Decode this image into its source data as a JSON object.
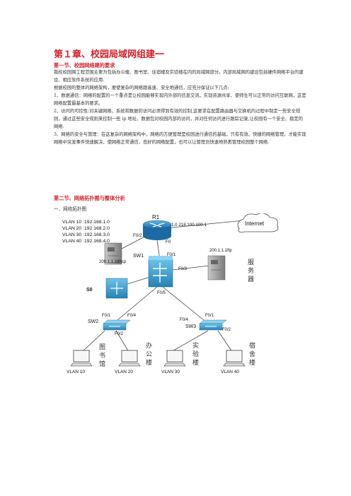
{
  "chapter_title": "第１章、校园局域网组建一",
  "section1": {
    "heading": "第一节、校园网络建的要求",
    "paragraphs": [
      "我校校园网工程范围主要为包括办公楼、图书室、住宿楼及实验楼在内的局域网部分。内部局域网的建设包括硬件网络平台的建设、相应软件系统的应用.",
      "根据校园的整体的网络架构，要使复杂的网络跟高速、安全地通信，应充分保证以下几点:",
      "1、数据通信：网络的配置的一个重点是让校园能够实现内外部的信息交流，实现资源共享、使师生可以正常的访问互联网，这是网络配置最基本的要求。",
      "2、访问的可控性:对关键网络、系统和数据的访问必须得到有效的控制,这要求在配置路由器与交换机的过程中制定一些安全规则，通过这些安全规则来控制一些 ip 地址、数据包对校园内部的访问，并对任何访问进行跟踪记录,让校园有一个安全、稳定的网络.",
      "3、网络的安全与管理：在这复杂的网络架构中，网络的方便管理是校园进行通信的基础，只有有效、快捷的网络管理，才能实现网络中突发事件快速解决，使网络正常通信，良好的网络配置，也可以让管理员快速地熟悉管理校园整个网络."
    ]
  },
  "section2": {
    "heading": "第二节、网络拓扑图与整体分析",
    "subheading": "一、网络拓扑图"
  },
  "diagram": {
    "vlan_list": [
      "VLAN 10 :192.168.1.0",
      "VLAN 20 :192.168.2.0",
      "VLAN 30 :192.168.3.0",
      "VLAN 40 :192.168.4.0"
    ],
    "router_label": "R1",
    "router_wan_ip": "1.0 218.100.100.1",
    "internet_label": "Internet",
    "port_r1_f02": "F0/2",
    "port_r1_f0": "F0",
    "dhcp_label": "200.1.1.2dhcp",
    "sw1_label": "SW1",
    "sw1_f01": "F0/1",
    "sw1_f03": "F0/3",
    "sw1_f05": "F0/5",
    "ftp_label": "200.1.1.1ftp",
    "server_label": "服务器",
    "s0_label": "S0",
    "sw2_label": "SW2",
    "sw2_f01": "F0/1",
    "sw2_f04": "F0/4",
    "sw2_f02": "F0/2",
    "sw3_label": "SW3",
    "sw3_f04": "F0/4",
    "sw3_f01": "F0/1",
    "sw3_f02": "F0/2",
    "buildings": [
      "图书馆",
      "办公楼",
      "实验楼",
      "宿舍楼"
    ],
    "pc_vlans": [
      "VLAN 10",
      "VLAN 20",
      "VLAN 30",
      "VLAN 40"
    ],
    "colors": {
      "router": "#2a7fb8",
      "switch": "#3d9ac7",
      "server": "#9a9a9a",
      "link": "#444444",
      "heading": "#d4202a"
    }
  }
}
